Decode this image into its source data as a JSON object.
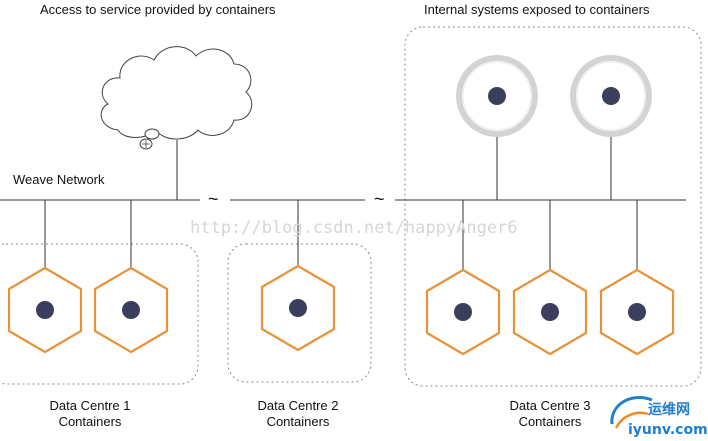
{
  "labels": {
    "top_left": "Access to service provided by containers",
    "top_right": "Internal systems exposed to containers",
    "network": "Weave Network",
    "dc1": [
      "Data Centre 1",
      "Containers"
    ],
    "dc2": [
      "Data Centre 2",
      "Containers"
    ],
    "dc3": [
      "Data Centre 3",
      "Containers"
    ],
    "break": "~"
  },
  "watermark": "http://blog.csdn.net/happyAnger6",
  "logo": {
    "cn": "运维网",
    "en": "iyunv.com"
  },
  "colors": {
    "line": "#333333",
    "hex_stroke": "#e8923a",
    "dot": "#3b3e5c",
    "system_ring": "#d3d3d3",
    "group_border": "#888888",
    "logo_blue": "#1e7fd0",
    "logo_orange": "#f08a1c"
  },
  "icons": [
    "cloud-icon",
    "container-icon",
    "internal-system-icon"
  ]
}
